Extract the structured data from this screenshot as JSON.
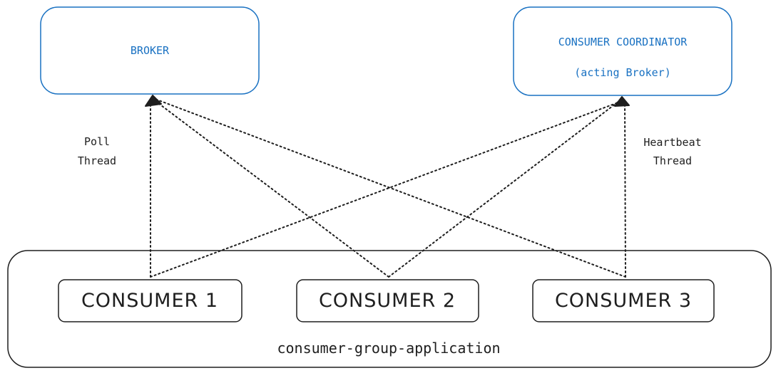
{
  "broker": {
    "label": "BROKER"
  },
  "coordinator": {
    "label": "CONSUMER COORDINATOR",
    "sublabel": "(acting Broker)"
  },
  "poll_thread": {
    "line1": "Poll",
    "line2": "Thread"
  },
  "heartbeat_thread": {
    "line1": "Heartbeat",
    "line2": "Thread"
  },
  "consumers": [
    {
      "label": "CONSUMER 1"
    },
    {
      "label": "CONSUMER 2"
    },
    {
      "label": "CONSUMER 3"
    }
  ],
  "group": {
    "label": "consumer-group-application"
  },
  "colors": {
    "accent": "#1971c2",
    "stroke": "#1e1e1e",
    "background": "#ffffff"
  }
}
